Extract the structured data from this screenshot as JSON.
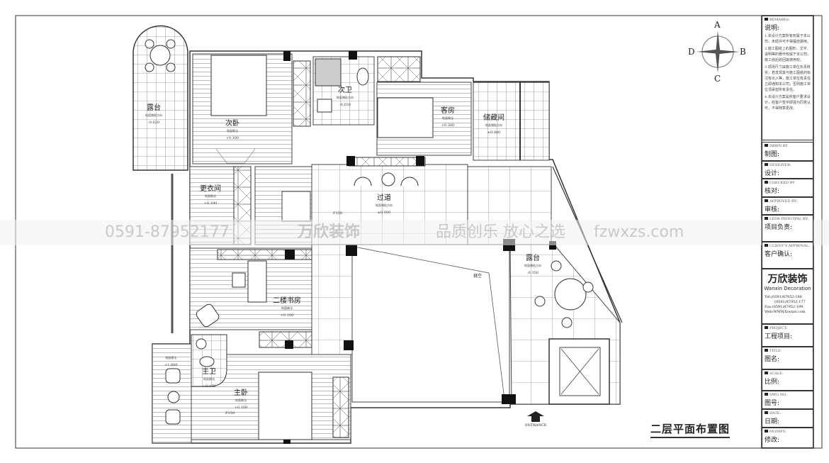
{
  "drawing_title": "二层平面布置图",
  "entrance_label": "ENTRANCE",
  "compass": {
    "north": "A",
    "east": "B",
    "south": "C",
    "west": "D"
  },
  "watermark": {
    "phone": "0591-87952177",
    "brand": "万欣装饰",
    "slogan": "品质创乐  放心之选",
    "url": "fzwxzs.com"
  },
  "rooms": [
    {
      "name": "露台",
      "sub": "地面铺贴方向",
      "elev": "-0.020"
    },
    {
      "name": "次卧",
      "sub": "地面做法",
      "elev": "+0.100"
    },
    {
      "name": "次卫",
      "sub": "地面铺贴方向",
      "elev": "-0.020"
    },
    {
      "name": "客房",
      "sub": "地面做法",
      "elev": "+0.300"
    },
    {
      "name": "储藏间",
      "sub": "地面铺贴方向",
      "elev": "±0.000"
    },
    {
      "name": "更衣间",
      "sub": "地面做法",
      "elev": "+0.100"
    },
    {
      "name": "过道",
      "sub": "地面铺贴方向",
      "elev": "±0.000"
    },
    {
      "name": "二楼书房",
      "sub": "地面做法",
      "elev": "+0.100"
    },
    {
      "name": "露台",
      "sub": "地面铺贴方向",
      "elev": "-0.350"
    },
    {
      "name": "主卫",
      "sub": "地面做法",
      "elev": "+0.170"
    },
    {
      "name": "主卧",
      "sub": "地面做法",
      "elev": "+0.100"
    },
    {
      "name": "",
      "sub": "地面做法",
      "elev": "+1.000"
    }
  ],
  "annotations": {
    "void": "挑空",
    "stair_up": "F150",
    "stair_up2": "F150"
  },
  "title_block": {
    "remarks_en": "REMARKS:",
    "remarks_cn": "说明:",
    "notes": [
      "1.本设计方案所有权属于本公司，未经许可不得擅自挪用。",
      "2.施工图纸上的图形、文字、说明等的著作权属于本公司，施工结后收回其使用权。",
      "3.现场尺寸由施工单位负责核实，若发现其与施工图纸的标注有出入等，施工单位有责任立即通知本公司，否则施工单位须承担所有责任。",
      "4.本设计方案是依客户要求设计，经客户签字即视为同意认可，不得随意更改。"
    ],
    "fields": [
      {
        "en": "DRWN BY",
        "cn": "制图:"
      },
      {
        "en": "DESIGNER:",
        "cn": "设计:"
      },
      {
        "en": "CHECKED BY",
        "cn": "核对:"
      },
      {
        "en": "APPROVED BY:",
        "cn": "审核:"
      },
      {
        "en": "LEDR PRINCIPAL BY:",
        "cn": "项目负责:"
      },
      {
        "en": "CLIENT'S APPROVAL:",
        "cn": "客户确认:"
      }
    ],
    "company": {
      "brand": "万欣装饰",
      "brand_en": "Wanxin Decoration",
      "tel": "Tel:(0591)87952-166",
      "tel2": "(0591)87952-177",
      "fax": "Fax:(0591)87952-199",
      "web": "Web:WWW.fzwxzs.com"
    },
    "fields2": [
      {
        "en": "PROJECT:",
        "cn": "工程项目:"
      },
      {
        "en": "TITLE:",
        "cn": "图名:"
      },
      {
        "en": "SCALE:",
        "cn": "比例:"
      },
      {
        "en": "DWG NO:",
        "cn": "图号:"
      },
      {
        "en": "DATE:",
        "cn": "日期:"
      },
      {
        "en": "MODIFY:",
        "cn": "修改:"
      }
    ]
  }
}
